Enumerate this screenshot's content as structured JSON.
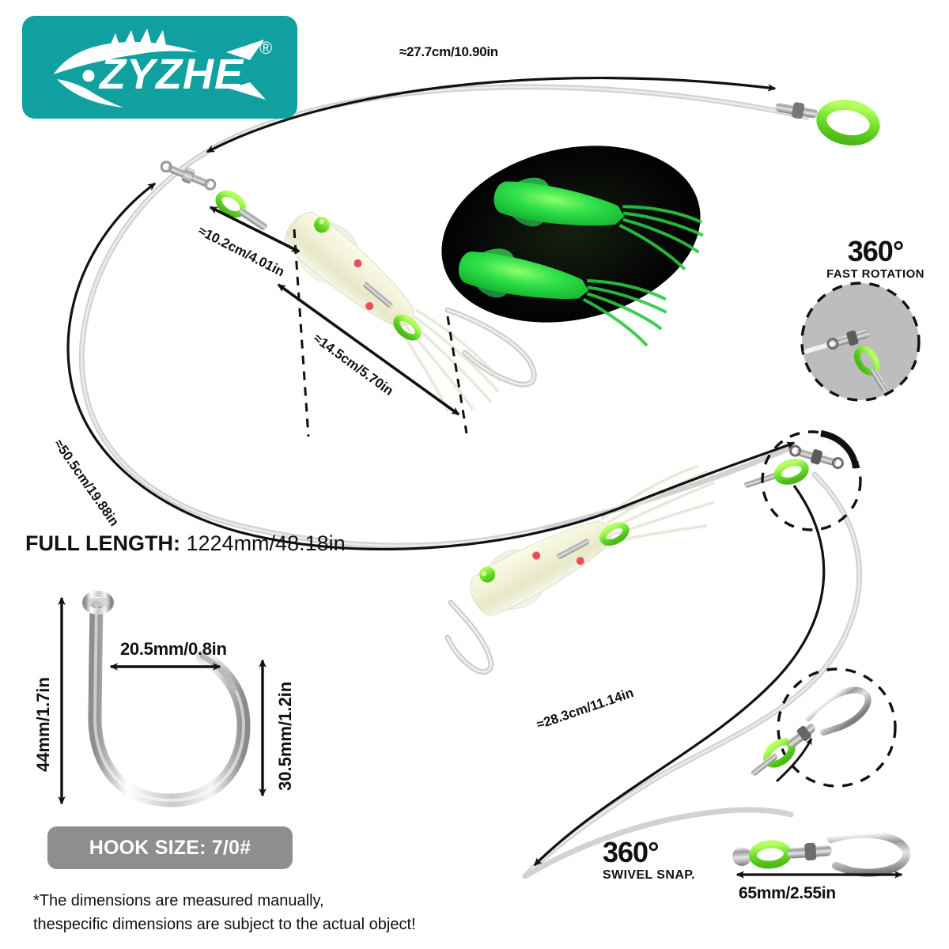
{
  "brand": {
    "name": "ZYZHE",
    "trademark": "®",
    "bg_color": "#11a0a0",
    "logo_icon": "fish-icon"
  },
  "measurements": {
    "leader_top": "≈27.7cm/10.90in",
    "swivel_to_squid": "≈10.2cm/4.01in",
    "squid_body": "≈14.5cm/5.70in",
    "leader_left": "≈50.5cm/19.88in",
    "leader_bottom": "≈28.3cm/11.14in",
    "snap_length": "65mm/2.55in"
  },
  "full_length": {
    "label": "FULL LENGTH:",
    "value": "1224mm/48.18in"
  },
  "hook": {
    "height_label": "44mm/1.7in",
    "width_label": "20.5mm/0.8in",
    "gap_label": "30.5mm/1.2in",
    "size_badge": "HOOK SIZE: 7/0#",
    "badge_bg": "#8e8e8e"
  },
  "features": {
    "rotation": {
      "degrees": "360°",
      "caption": "FAST ROTATION"
    },
    "swivel_snap": {
      "degrees": "360°",
      "caption": "SWIVEL SNAP."
    }
  },
  "footnote": {
    "line1": "*The dimensions are measured manually,",
    "line2": "thespecific dimensions are subject to the actual object!"
  },
  "colors": {
    "glow_green": "#22d84a",
    "accent_green": "#7de63a",
    "dark_inset": "#0a0a0a",
    "line_gray": "#cfcfcf",
    "line_black": "#111111"
  },
  "glow_inset": {
    "name": "glow-in-the-dark-squid-photo",
    "squid_count": 2
  }
}
